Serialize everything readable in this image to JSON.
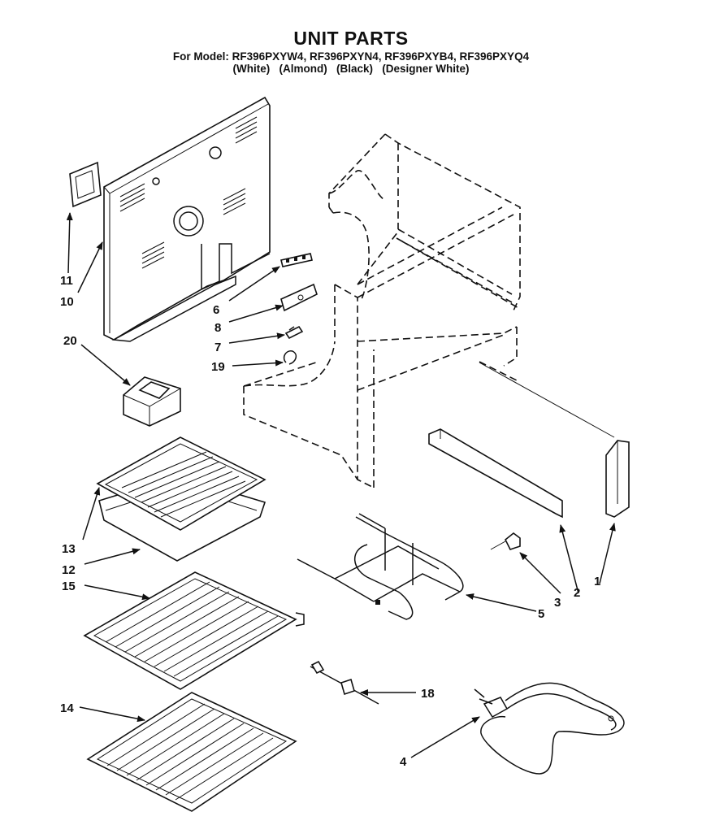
{
  "header": {
    "cutoff_text": "",
    "title": "UNIT PARTS",
    "models_line": "For Model: RF396PXYW4, RF396PXYN4, RF396PXYB4, RF396PXYQ4",
    "colors_line": "(White)   (Almond)   (Black)   (Designer White)"
  },
  "callouts": [
    {
      "id": "c1",
      "label": "1"
    },
    {
      "id": "c2",
      "label": "2"
    },
    {
      "id": "c3",
      "label": "3"
    },
    {
      "id": "c4",
      "label": "4"
    },
    {
      "id": "c5",
      "label": "5"
    },
    {
      "id": "c6",
      "label": "6"
    },
    {
      "id": "c7",
      "label": "7"
    },
    {
      "id": "c8",
      "label": "8"
    },
    {
      "id": "c10",
      "label": "10"
    },
    {
      "id": "c11",
      "label": "11"
    },
    {
      "id": "c12",
      "label": "12"
    },
    {
      "id": "c13",
      "label": "13"
    },
    {
      "id": "c14",
      "label": "14"
    },
    {
      "id": "c15",
      "label": "15"
    },
    {
      "id": "c18",
      "label": "18"
    },
    {
      "id": "c19",
      "label": "19"
    },
    {
      "id": "c20",
      "label": "20"
    }
  ]
}
